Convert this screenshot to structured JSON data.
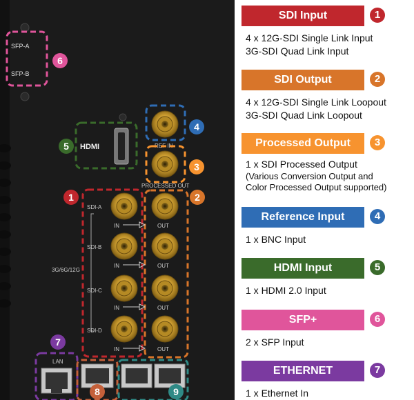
{
  "panel": {
    "sfp_a": "SFP-A",
    "sfp_b": "SFP-B",
    "hdmi_logo": "HDMI",
    "ref_in": "REF IN",
    "processed_out": "PROCESSED OUT",
    "sdi_a": "SDI-A",
    "sdi_b": "SDI-B",
    "sdi_c": "SDI-C",
    "sdi_d": "SDI-D",
    "rate": "3G/6G/12G",
    "in": "IN",
    "out": "OUT",
    "lan": "LAN",
    "callouts": [
      "1",
      "2",
      "3",
      "4",
      "5",
      "6",
      "7",
      "8",
      "9"
    ]
  },
  "legend": [
    {
      "label": "SDI Input",
      "num": "1",
      "color": "#c0272d",
      "desc": [
        "4 x 12G-SDI Single Link Input",
        "3G-SDI Quad Link Input"
      ]
    },
    {
      "label": "SDI Output",
      "num": "2",
      "color": "#d8752a",
      "desc": [
        "4 x 12G-SDI Single Link Loopout",
        "3G-SDI Quad Link Loopout"
      ]
    },
    {
      "label": "Processed Output",
      "num": "3",
      "color": "#f7932f",
      "desc": [
        "1 x SDI Processed Output",
        "(Various Conversion Output and",
        "Color Processed Output supported)"
      ]
    },
    {
      "label": "Reference Input",
      "num": "4",
      "color": "#2f6db5",
      "desc": [
        "1 x BNC Input"
      ]
    },
    {
      "label": "HDMI Input",
      "num": "5",
      "color": "#3a6b2b",
      "desc": [
        "1 x HDMI 2.0 Input"
      ]
    },
    {
      "label": "SFP+",
      "num": "6",
      "color": "#e0559b",
      "desc": [
        "2 x SFP Input"
      ]
    },
    {
      "label": "ETHERNET",
      "num": "7",
      "color": "#7b3aa0",
      "desc": [
        "1 x Ethernet In"
      ]
    }
  ],
  "colors": {
    "panel": "#1b1b1b",
    "connector_gold": "#c99a2e",
    "sdi_input": "#c0272d",
    "sdi_output": "#d8752a",
    "processed": "#f7932f",
    "reference": "#2f6db5",
    "hdmi": "#3a6b2b",
    "sfp": "#e0559b",
    "ethernet": "#7b3aa0",
    "callout8": "#c4603a",
    "callout9": "#2f8a86"
  }
}
